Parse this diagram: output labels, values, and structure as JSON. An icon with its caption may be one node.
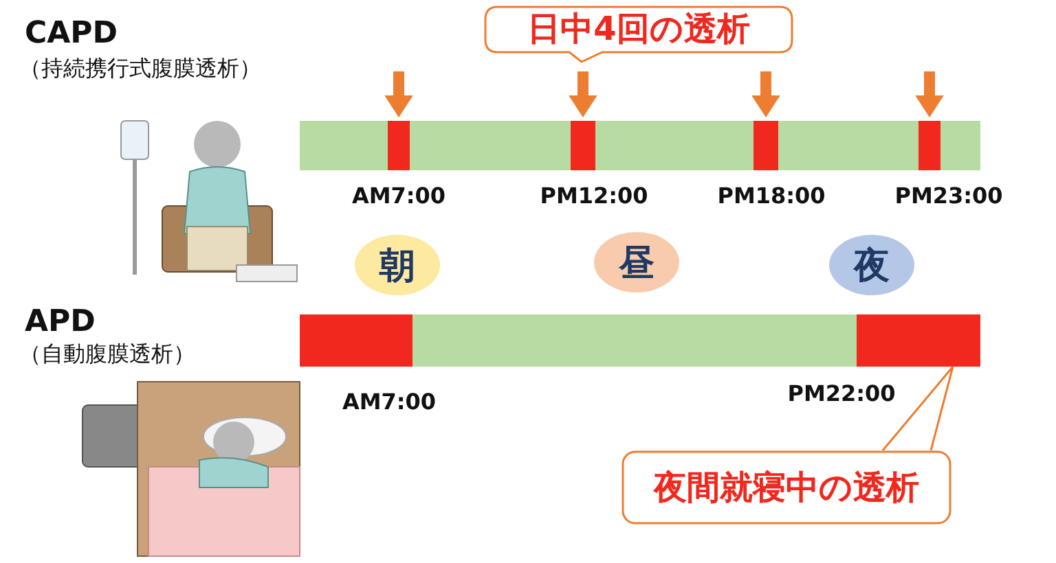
{
  "diagram": {
    "nodes": [
      {
        "text": [],
        "shape": "bar"
      },
      {
        "text": [],
        "shape": "bar",
        "in": 0,
        "beside": [
          "AM7:00"
        ]
      },
      {
        "text": [],
        "shape": "bar",
        "in": 0,
        "beside": [
          "PM12:00"
        ]
      },
      {
        "text": [],
        "shape": "bar",
        "in": 0,
        "beside": [
          "PM18:00"
        ]
      },
      {
        "text": [],
        "shape": "bar",
        "in": 0,
        "beside": [
          "PM23:00"
        ]
      },
      {
        "text": [
          "日中4回の透析"
        ]
      },
      {
        "text": [
          "朝"
        ]
      },
      {
        "text": [
          "昼"
        ]
      },
      {
        "text": [
          "夜"
        ]
      },
      {
        "text": [],
        "shape": "bar"
      },
      {
        "text": [],
        "shape": "bar",
        "in": 9,
        "beside": [
          "AM7:00"
        ]
      },
      {
        "text": [],
        "shape": "bar",
        "in": 9,
        "beside": [
          "PM22:00"
        ]
      },
      {
        "text": [
          "夜間就寝中の透析"
        ]
      }
    ],
    "edges": [
      {
        "from": null,
        "to": 1,
        "arrow": "to",
        "color": "#ed7d31"
      },
      {
        "from": 5,
        "to": 2,
        "arrow": "to",
        "color": "#ed7d31"
      },
      {
        "from": null,
        "to": 3,
        "arrow": "to",
        "color": "#ed7d31"
      },
      {
        "from": null,
        "to": 4,
        "arrow": "to",
        "color": "#ed7d31"
      },
      {
        "from": 12,
        "to": 11,
        "arrow": "none",
        "color": "#ed7d31"
      }
    ],
    "labels": [
      "CAPD",
      "（持続携行式腹膜透析）",
      "APD",
      "（自動腹膜透析）"
    ]
  }
}
